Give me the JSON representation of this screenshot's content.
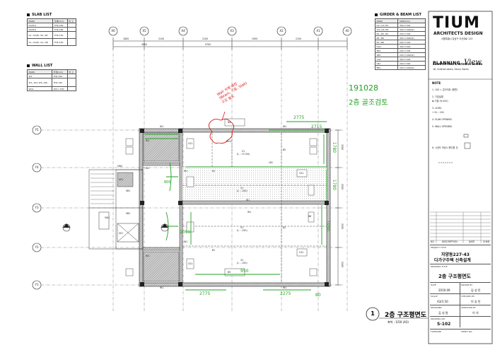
{
  "slab_list": {
    "title": "SLAB LIST",
    "columns": [
      "MARK",
      "두께(mm)",
      "비 고"
    ],
    "rows": [
      [
        "S1(M1)",
        "THK.200",
        "-"
      ],
      [
        "S2(M1)",
        "THK.180",
        "-"
      ],
      [
        "S1~S3(H), S5~S8",
        "THK.150",
        "-"
      ],
      [
        "S1~S3(H), SA~SB",
        "THK.150",
        "-"
      ]
    ]
  },
  "wall_list": {
    "title": "WALL LIST",
    "columns": [
      "MARK",
      "두께(mm)",
      "비 고"
    ],
    "rows": [
      [
        "W1",
        "THK.150",
        "-"
      ],
      [
        "W1~W4, W5~W6",
        "THK.150",
        "-"
      ],
      [
        "WG1",
        "200 x 500",
        "-"
      ]
    ]
  },
  "girder_list": {
    "title": "GIRDER & BEAM LIST",
    "columns": [
      "MARK",
      "SIZE(mm)"
    ],
    "rows": [
      [
        "G1~G3, B1",
        "300 X 500"
      ],
      [
        "G4~G5, B2",
        "300 X 500(W)"
      ],
      [
        "B1~B3, B4",
        "250 X 500"
      ],
      [
        "B5~B6",
        "300 X 600(W)"
      ],
      [
        "B7~B8",
        "200 X 500"
      ],
      [
        "DG1",
        "300 X 600"
      ],
      [
        "SB1",
        "200 X 400"
      ],
      [
        "SB2",
        "200 X 400(W)"
      ],
      [
        "CG1",
        "400 X 400"
      ],
      [
        "LB1",
        "200 X 500"
      ],
      [
        "EB1",
        "200 X 400(W)"
      ]
    ]
  },
  "grid": {
    "columns": [
      "X5",
      "X4",
      "X3",
      "X2",
      "X1",
      "X0"
    ],
    "columns_left": [
      "X6"
    ],
    "rows": [
      "Y5",
      "Y4",
      "Y3",
      "Y2",
      "Y1"
    ],
    "top_dims": [
      "1800",
      "2100",
      "2100",
      "1900",
      "2100"
    ],
    "top_dims_total": [
      "9700",
      "4900"
    ],
    "right_dims": [
      "3300",
      "2500",
      "2500",
      "2100"
    ]
  },
  "members": {
    "walls": [
      "W1",
      "W1",
      "W1",
      "W1",
      "W1",
      "W1",
      "W1"
    ],
    "slabs": [
      {
        "name": "S1",
        "level": "(L : +1150)"
      },
      {
        "name": "S1",
        "level": "(L : -150)"
      },
      {
        "name": "S1",
        "level": "(L : -150)"
      },
      {
        "name": "S1",
        "level": "(L : -150)"
      }
    ],
    "beams": [
      "B1",
      "B2",
      "B2",
      "B1",
      "LB1",
      "SB1",
      "SB2",
      "SW2",
      "SW1",
      "CS1",
      "CS1",
      "CS1",
      "CS1",
      "SS1",
      "SS1",
      "WG1",
      "B4",
      "B5",
      "B6"
    ],
    "labels": [
      "W1",
      "W1",
      "W1",
      "W1"
    ]
  },
  "annotations": {
    "red_note_line1": "Wall 삭제 예정",
    "red_note_line2": "(Beam, 기둥, Slab)",
    "red_note_line3": "구조 필요",
    "green_date": "191028",
    "green_subtitle": "2층 골조검토",
    "green_dims": [
      "2775",
      "2715",
      "1780",
      "1780",
      "1090",
      "1090",
      "950",
      "2775",
      "2275",
      "800",
      "80"
    ]
  },
  "drawing": {
    "title_circle": "1",
    "title": "2층 구조평면도",
    "scale": "축척 : 1/50 (A3)"
  },
  "notes": {
    "title": "NOTE",
    "items": [
      "1. 100 = 콘크리트 (평면)",
      "2. 기호설명",
      "   ⊠ 기둥 (H:200)",
      "3. LEVEL",
      "   + EL : 100",
      "4. SLAB OPENING",
      "5. WALL OPENING",
      "6. 시공도 작성시 확인할 것"
    ]
  },
  "title_block": {
    "firm": "TIUM",
    "firm_sub": "ARCHITECTS DESIGN",
    "firm_addr": "서울특별시 강남구 도산대로 123",
    "planning_main": "PLANNING",
    "planning_script": "View",
    "planning_sub": "ARCHITECTURE & INTERIOR DESIGN",
    "planning_addr": "18, Gukhoe-daero, Seoul, Korea",
    "rev_cols": [
      "NO",
      "DESCRIPTION",
      "DATE",
      "CHKD"
    ],
    "project_label": "PROJECT TITLE",
    "project_line1": "자양동227-43",
    "project_line2": "다가구주택 신축설계",
    "drawing_label": "DRAWING TITLE",
    "drawing_title": "2층 구조평면도",
    "date_label": "DATE",
    "date": "2019.09",
    "drawn_label": "DRAWN BY",
    "drawn": "김 성 민",
    "scale_label": "SCALE",
    "scale": "A3/1:50",
    "checked_label": "CHECKED BY",
    "checked": "이 승 민",
    "designer_label": "DESIGNER",
    "designer": "김 성 원",
    "approved_label": "APPROVED BY",
    "approved": "이 석",
    "drawing_no_label": "DRAWING NO.",
    "drawing_no": "S-102",
    "filename_label": "FILENAME",
    "sheet_label": "SHEET NO."
  },
  "colors": {
    "line": "#222222",
    "hatch": "#8a8a8a",
    "green": "#22a022",
    "red": "#e01414",
    "grid": "#555555"
  }
}
